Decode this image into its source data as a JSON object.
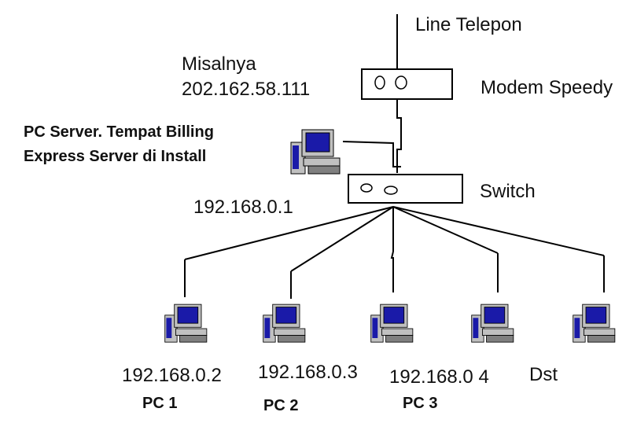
{
  "labels": {
    "line_telepon": "Line Telepon",
    "misalnya": "Misalnya",
    "modem_ip": "202.162.58.111",
    "modem_name": "Modem Speedy",
    "server_line1": "PC Server. Tempat Billing",
    "server_line2": "Express Server di Install",
    "switch_name": "Switch",
    "server_ip": "192.168.0.1"
  },
  "clients": [
    {
      "ip": "192.168.0.2",
      "name": "PC 1"
    },
    {
      "ip": "192.168.0.3",
      "name": "PC 2"
    },
    {
      "ip": "192.168.0 4",
      "name": "PC 3"
    },
    {
      "ip": "",
      "name": ""
    },
    {
      "ip": "Dst",
      "name": ""
    }
  ],
  "colors": {
    "line": "#000000",
    "screen": "#1a1aa8",
    "case": "#c0c0c0"
  }
}
